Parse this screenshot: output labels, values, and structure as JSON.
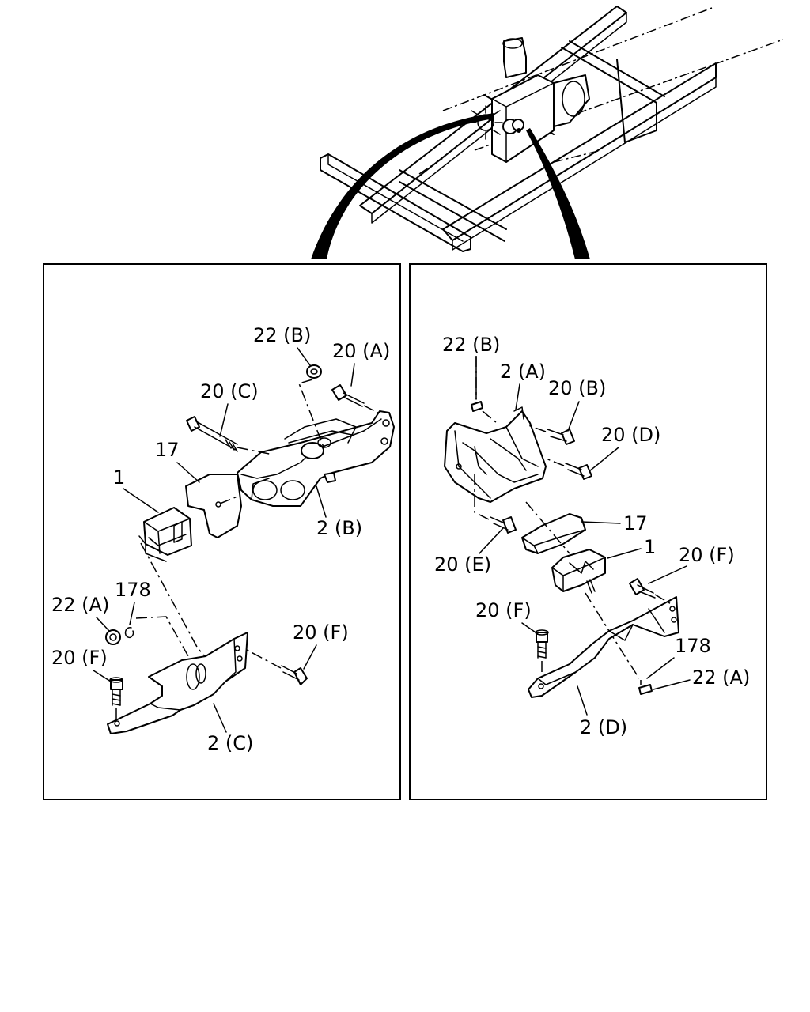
{
  "left_panel": {
    "labels": {
      "l_22b": "22 (B)",
      "l_20a": "20 (A)",
      "l_20c": "20 (C)",
      "l_17": "17",
      "l_1": "1",
      "l_2b": "2 (B)",
      "l_22a": "22 (A)",
      "l_178": "178",
      "l_20f_upper": "20 (F)",
      "l_20f_lower": "20 (F)",
      "l_2c": "2 (C)"
    }
  },
  "right_panel": {
    "labels": {
      "r_22b": "22 (B)",
      "r_2a": "2 (A)",
      "r_20b": "20 (B)",
      "r_20d": "20 (D)",
      "r_17": "17",
      "r_1": "1",
      "r_20e": "20 (E)",
      "r_20f_right": "20 (F)",
      "r_20f_left": "20 (F)",
      "r_178": "178",
      "r_22a": "22 (A)",
      "r_2d": "2 (D)"
    }
  }
}
